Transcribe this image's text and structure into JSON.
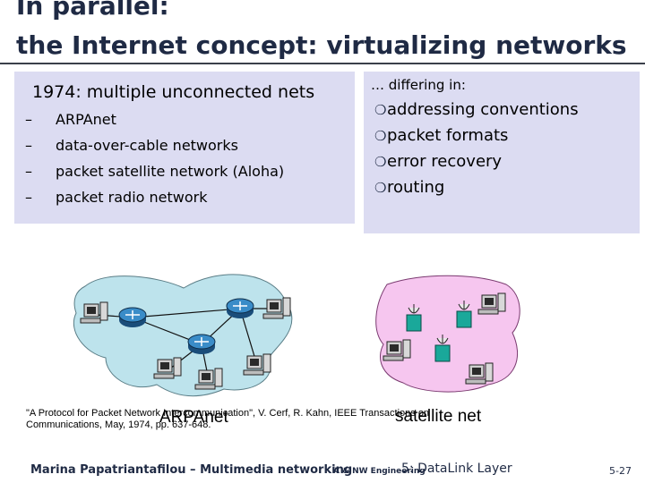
{
  "title": {
    "line1": "In parallel:",
    "line2": "the Internet concept: virtualizing networks"
  },
  "left_box": {
    "heading": "1974: multiple unconnected nets",
    "items": [
      "ARPAnet",
      "data-over-cable networks",
      "packet satellite network (Aloha)",
      "packet radio network"
    ],
    "dash": "–"
  },
  "right_box": {
    "heading": "… differing in:",
    "items": [
      "addressing conventions",
      "packet formats",
      "error recovery",
      "routing"
    ]
  },
  "diagrams": {
    "arpanet_label": "ARPAnet",
    "satellite_label": "satellite net",
    "arpanet_color": "#bde3ec",
    "satellite_color": "#f6c6ef"
  },
  "citation": "\"A Protocol for Packet Network Intercommunication\", V. Cerf, R. Kahn, IEEE Transactions on Communications, May, 1974, pp. 637-648.",
  "footer": {
    "author": "Marina Papatriantafilou – Multimedia networking",
    "course": "A & NW Engineering",
    "chapter": "5: DataLink Layer",
    "page": "5-27"
  }
}
